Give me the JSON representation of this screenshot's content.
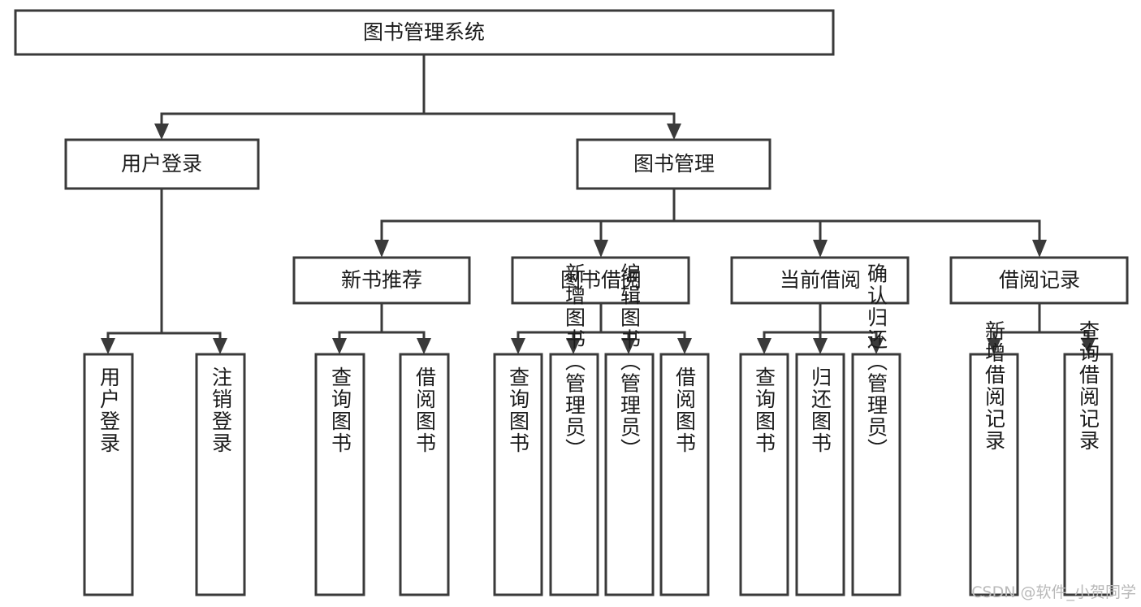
{
  "diagram": {
    "title": "图书管理系统",
    "type": "tree",
    "orientation": "top-down",
    "root": {
      "id": "root",
      "label": "图书管理系统",
      "orientation": "horizontal"
    },
    "level2": [
      {
        "id": "user-login",
        "label": "用户登录",
        "orientation": "horizontal"
      },
      {
        "id": "book-manage",
        "label": "图书管理",
        "orientation": "horizontal"
      }
    ],
    "level3": [
      {
        "id": "new-book-recommend",
        "label": "新书推荐",
        "orientation": "horizontal",
        "parent": "book-manage"
      },
      {
        "id": "book-borrow",
        "label": "图书借阅",
        "orientation": "horizontal",
        "parent": "book-manage"
      },
      {
        "id": "current-borrow",
        "label": "当前借阅",
        "orientation": "horizontal",
        "parent": "book-manage"
      },
      {
        "id": "borrow-record",
        "label": "借阅记录",
        "orientation": "horizontal",
        "parent": "book-manage"
      }
    ],
    "leaves": [
      {
        "id": "leaf-user-login",
        "label": "用户登录",
        "orientation": "vertical",
        "parent": "user-login"
      },
      {
        "id": "leaf-user-logout",
        "label": "注销登录",
        "orientation": "vertical",
        "parent": "user-login"
      },
      {
        "id": "leaf-query-book-1",
        "label": "查询图书",
        "orientation": "vertical",
        "parent": "new-book-recommend"
      },
      {
        "id": "leaf-borrow-book-1",
        "label": "借阅图书",
        "orientation": "vertical",
        "parent": "new-book-recommend"
      },
      {
        "id": "leaf-query-book-2",
        "label": "查询图书",
        "orientation": "vertical",
        "parent": "book-borrow"
      },
      {
        "id": "leaf-add-book",
        "label": "新增图书（管理员）",
        "orientation": "vertical",
        "parent": "book-borrow"
      },
      {
        "id": "leaf-edit-book",
        "label": "编辑图书（管理员）",
        "orientation": "vertical",
        "parent": "book-borrow"
      },
      {
        "id": "leaf-borrow-book-2",
        "label": "借阅图书",
        "orientation": "vertical",
        "parent": "book-borrow"
      },
      {
        "id": "leaf-query-book-3",
        "label": "查询图书",
        "orientation": "vertical",
        "parent": "current-borrow"
      },
      {
        "id": "leaf-return-book",
        "label": "归还图书",
        "orientation": "vertical",
        "parent": "current-borrow"
      },
      {
        "id": "leaf-confirm-return",
        "label": "确认归还（管理员）",
        "orientation": "vertical",
        "parent": "current-borrow"
      },
      {
        "id": "leaf-add-record",
        "label": "新增借阅记录",
        "orientation": "vertical",
        "parent": "borrow-record"
      },
      {
        "id": "leaf-query-record",
        "label": "查询借阅记录",
        "orientation": "vertical",
        "parent": "borrow-record"
      }
    ],
    "colors": {
      "stroke": "#3a3a3a",
      "fill": "#ffffff",
      "text": "#1b1b1b",
      "watermark": "#b9b9b9",
      "background": "#ffffff"
    }
  },
  "watermark": {
    "text": "CSDN @软件_小贺同学"
  }
}
